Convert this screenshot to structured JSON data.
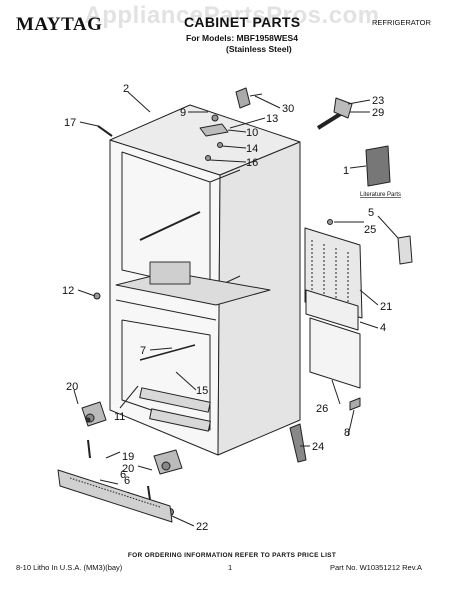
{
  "watermark": "AppliancePartsPros.com",
  "header": {
    "brand": "MAYTAG",
    "title": "CABINET PARTS",
    "models": "For Models: MBF1958WES4",
    "variant": "(Stainless Steel)",
    "doc_type": "REFRIGERATOR"
  },
  "diagram": {
    "literature_label": "Literature Parts",
    "callouts": [
      "1",
      "2",
      "4",
      "5",
      "6",
      "6",
      "7",
      "8",
      "9",
      "10",
      "11",
      "12",
      "13",
      "14",
      "15",
      "16",
      "17",
      "19",
      "20",
      "20",
      "21",
      "22",
      "23",
      "24",
      "25",
      "26",
      "29",
      "30"
    ]
  },
  "footer": {
    "note": "FOR ORDERING INFORMATION REFER TO PARTS PRICE LIST",
    "left": "8-10 Litho In U.S.A. (MM3)(bay)",
    "page": "1",
    "right": "Part No. W10351212 Rev.A"
  }
}
